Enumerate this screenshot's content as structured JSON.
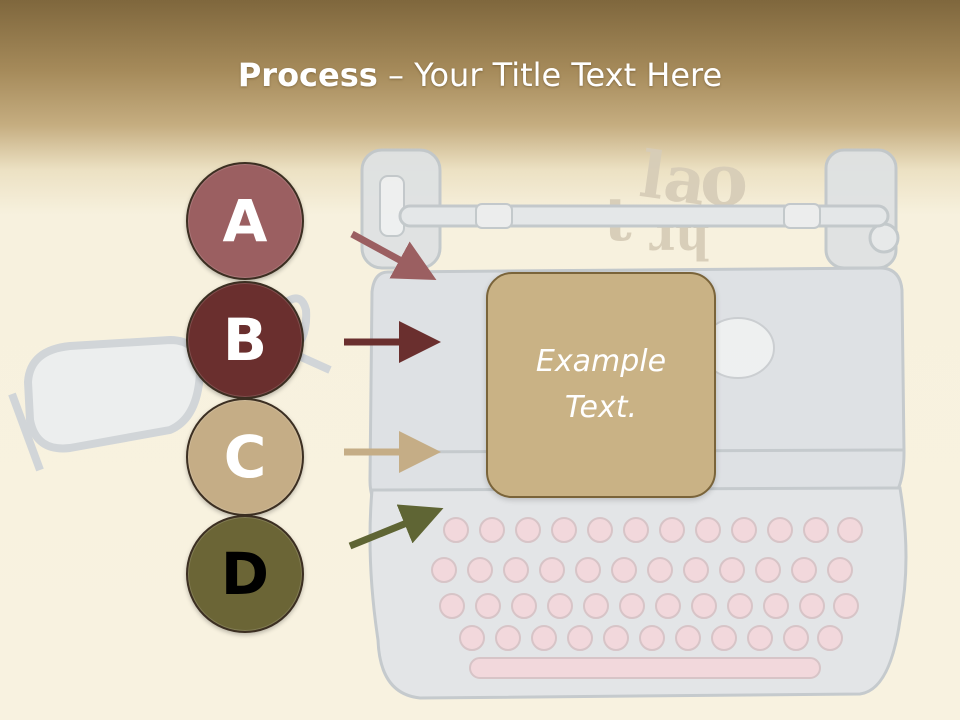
{
  "title": {
    "bold": "Process",
    "rest": " – Your Title Text Here"
  },
  "steps": [
    {
      "letter": "A",
      "color": "#9b5f61",
      "arrow_color": "#9b5f61"
    },
    {
      "letter": "B",
      "color": "#6a2f2e",
      "arrow_color": "#6a2f2e"
    },
    {
      "letter": "C",
      "color": "#c5ad86",
      "arrow_color": "#c5ad86"
    },
    {
      "letter": "D",
      "color": "#6b6536",
      "arrow_color": "#5f6534"
    }
  ],
  "box": {
    "text": "Example\nText.",
    "fill": "#c9b285"
  },
  "background": {
    "theme": "vintage typewriter and glasses illustration",
    "accent": "#a58a5a"
  }
}
